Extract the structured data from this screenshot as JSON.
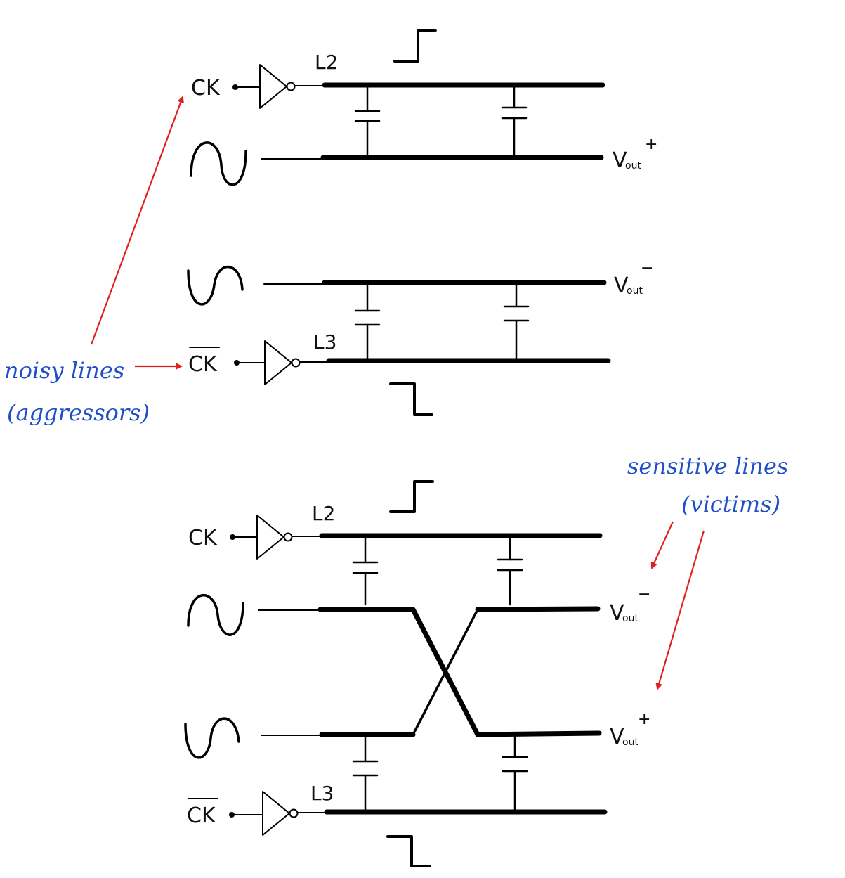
{
  "diagram": {
    "annotations": {
      "aggressors_line1": "noisy lines",
      "aggressors_line2": "(aggressors)",
      "victims_line1": "sensitive lines",
      "victims_line2": "(victims)"
    },
    "top_circuit": {
      "ck_label": "CK",
      "ckbar_label": "CK",
      "line_top_label": "L2",
      "line_bottom_label": "L3",
      "out_plus_label": "V",
      "out_plus_sub": "out",
      "out_plus_sup": "+",
      "out_minus_label": "V",
      "out_minus_sub": "out",
      "out_minus_sup": "−"
    },
    "bottom_circuit": {
      "ck_label": "CK",
      "ckbar_label": "CK",
      "line_top_label": "L2",
      "line_bottom_label": "L3",
      "out_minus_label": "V",
      "out_minus_sub": "out",
      "out_minus_sup": "−",
      "out_plus_label": "V",
      "out_plus_sub": "out",
      "out_plus_sup": "+"
    },
    "colors": {
      "annotation": "#1f4fc8",
      "arrow": "#e02020",
      "wire": "#000000"
    }
  }
}
